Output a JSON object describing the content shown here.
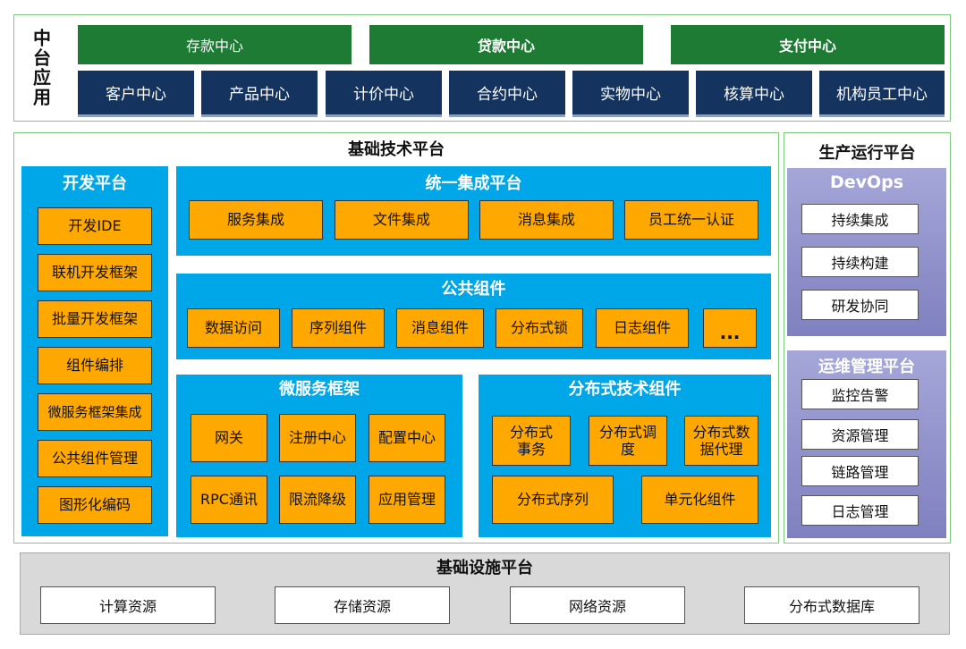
{
  "middle_app": {
    "label": "中台应用",
    "top_row": [
      "存款中心",
      "贷款中心",
      "支付中心"
    ],
    "bottom_row": [
      "客户中心",
      "产品中心",
      "计价中心",
      "合约中心",
      "实物中心",
      "核算中心",
      "机构员工中心"
    ]
  },
  "tech_platform": {
    "title": "基础技术平台",
    "dev": {
      "title": "开发平台",
      "items": [
        "开发IDE",
        "联机开发框架",
        "批量开发框架",
        "组件编排",
        "微服务框架集成",
        "公共组件管理",
        "图形化编码"
      ]
    },
    "integration": {
      "title": "统一集成平台",
      "items": [
        "服务集成",
        "文件集成",
        "消息集成",
        "员工统一认证"
      ]
    },
    "common": {
      "title": "公共组件",
      "items": [
        "数据访问",
        "序列组件",
        "消息组件",
        "分布式锁",
        "日志组件",
        "..."
      ]
    },
    "micro": {
      "title": "微服务框架",
      "items": [
        "网关",
        "注册中心",
        "配置中心",
        "RPC通讯",
        "限流降级",
        "应用管理"
      ]
    },
    "distributed": {
      "title": "分布式技术组件",
      "items": [
        "分布式\n事务",
        "分布式调\n度",
        "分布式数\n据代理",
        "分布式序列",
        "单元化组件"
      ]
    }
  },
  "prod_platform": {
    "title": "生产运行平台",
    "devops": {
      "title": "DevOps",
      "items": [
        "持续集成",
        "持续构建",
        "研发协同"
      ]
    },
    "ops": {
      "title": "运维管理平台",
      "items": [
        "监控告警",
        "资源管理",
        "链路管理",
        "日志管理"
      ]
    }
  },
  "infra": {
    "title": "基础设施平台",
    "items": [
      "计算资源",
      "存储资源",
      "网络资源",
      "分布式数据库"
    ]
  },
  "colors": {
    "green": "#1e7b33",
    "navy": "#14345f",
    "blue": "#00a7e8",
    "orange": "#ffa800",
    "purple": "#8f90c9",
    "gray": "#d9d9d9"
  }
}
